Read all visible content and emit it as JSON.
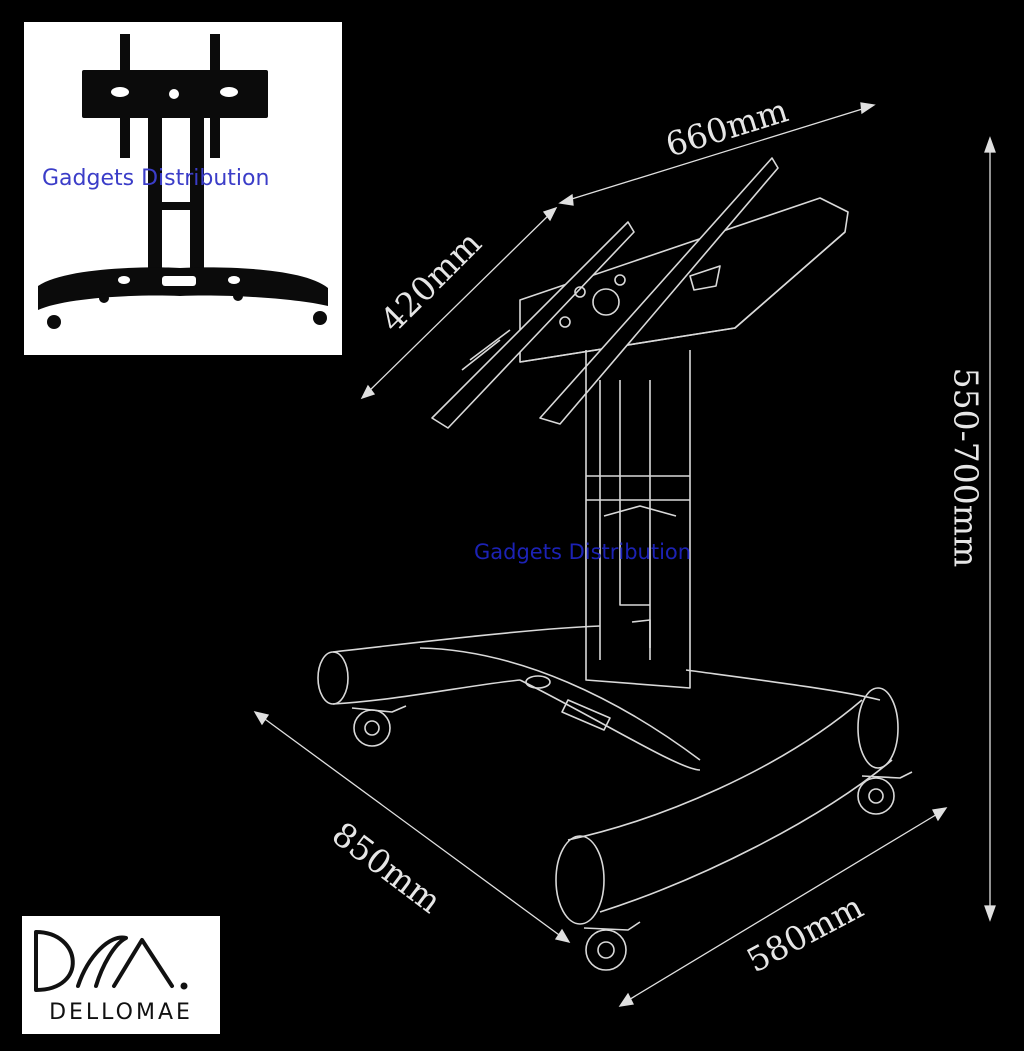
{
  "inset": {
    "watermark": "Gadgets Distribution"
  },
  "main": {
    "watermark": "Gadgets Distribution",
    "dimensions": {
      "width_top": "660mm",
      "depth_top": "420mm",
      "height_range": "550-700mm",
      "base_depth": "850mm",
      "base_width": "580mm"
    }
  },
  "logo": {
    "brand": "DELLOMAE"
  },
  "colors": {
    "background": "#000000",
    "line": "#d9d9d9",
    "watermark": "#2a30c0"
  }
}
